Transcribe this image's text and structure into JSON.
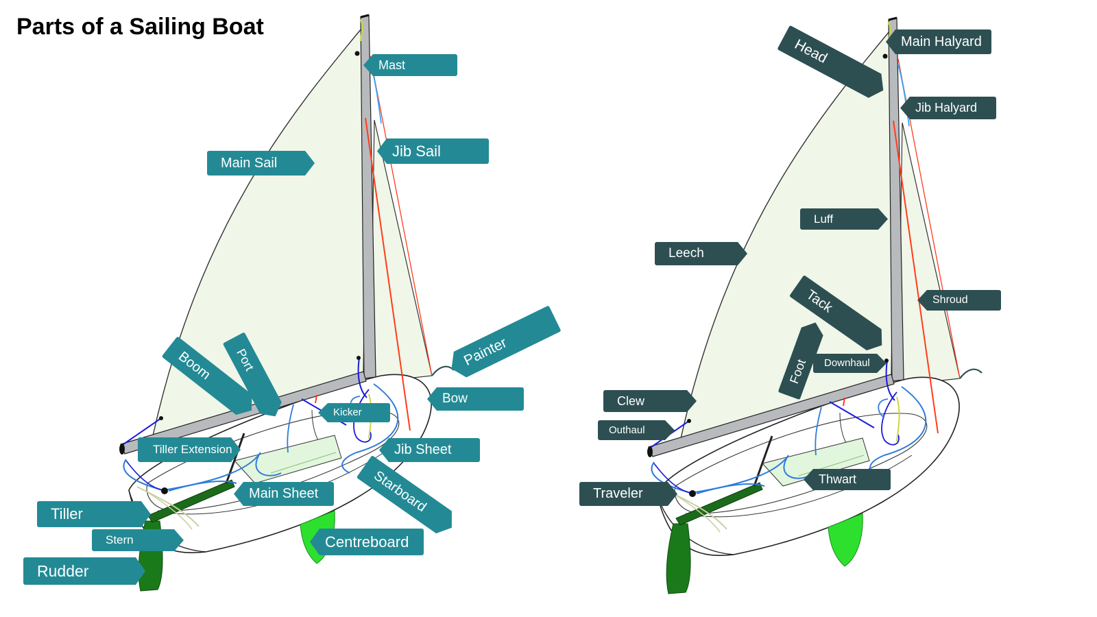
{
  "title": "Parts of a Sailing Boat",
  "colors": {
    "teal_label": "#238a95",
    "dark_label": "#2d4f52",
    "sail_fill": "#f0f6e8",
    "mast": "#b8babe",
    "centreboard": "#2ee02e",
    "rudder": "#1a7a1a",
    "tiller": "#1b6b1b",
    "forestay": "#ff3b1a",
    "halyard": "#33aaff",
    "sheet": "#2e7bdc",
    "downhaul": "#1a1add"
  },
  "left_labels": {
    "mast": "Mast",
    "jib_sail": "Jib Sail",
    "main_sail": "Main Sail",
    "painter": "Painter",
    "bow": "Bow",
    "boom": "Boom",
    "port": "Port",
    "kicker": "Kicker",
    "tiller_extension": "Tiller Extension",
    "jib_sheet": "Jib Sheet",
    "main_sheet": "Main Sheet",
    "starboard": "Starboard",
    "tiller": "Tiller",
    "stern": "Stern",
    "centreboard": "Centreboard",
    "rudder": "Rudder"
  },
  "right_labels": {
    "head": "Head",
    "main_halyard": "Main Halyard",
    "jib_halyard": "Jib Halyard",
    "luff": "Luff",
    "leech": "Leech",
    "shroud": "Shroud",
    "tack": "Tack",
    "foot": "Foot",
    "downhaul": "Downhaul",
    "clew": "Clew",
    "outhaul": "Outhaul",
    "traveler": "Traveler",
    "thwart": "Thwart"
  }
}
